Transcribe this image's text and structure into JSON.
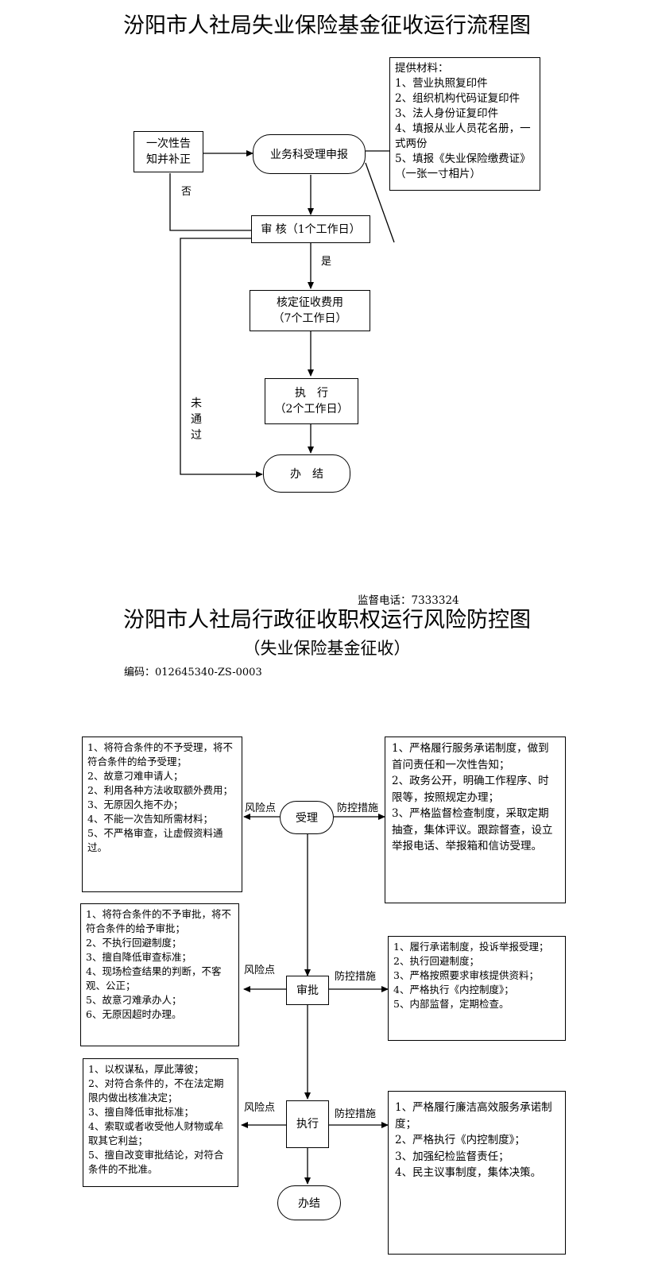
{
  "flow1": {
    "title": "汾阳市人社局失业保险基金征收运行流程图",
    "notify_box": "一次性告知并补正",
    "accept": "业务科受理申报",
    "materials_title": "提供材料：",
    "materials": [
      "1、营业执照复印件",
      "2、组织机构代码证复印件",
      "3、法人身份证复印件",
      "4、填报从业人员花名册，一式两份",
      "5、填报《失业保险缴费证》（一张一寸相片）"
    ],
    "review": "审 核（1个工作日）",
    "no_label": "否",
    "yes_label": "是",
    "fee_line1": "核定征收费用",
    "fee_line2": "（7个工作日）",
    "exec_line1": "执　行",
    "exec_line2": "（2个工作日）",
    "fail_label": "未通过",
    "done": "办　结"
  },
  "flow2": {
    "phone": "监督电话：7333324",
    "title": "汾阳市人社局行政征收职权运行风险防控图",
    "subtitle": "（失业保险基金征收）",
    "code": "编码：012645340-ZS-0003",
    "risk_label": "风险点",
    "control_label": "防控措施",
    "stages": [
      {
        "name": "受理",
        "risks": [
          "1、将符合条件的不予受理，将不符合条件的给予受理；",
          "2、故意刁难申请人；",
          "2、利用各种方法收取额外费用；",
          "3、无原因久拖不办；",
          "4、不能一次告知所需材料；",
          "5、不严格审查，让虚假资料通过。"
        ],
        "controls": [
          "1、严格履行服务承诺制度，做到首问责任和一次性告知；",
          "2、政务公开，明确工作程序、时限等，按照规定办理；",
          "3、严格监督检查制度，采取定期抽查，集体评议。跟踪督查，设立举报电话、举报箱和信访受理。"
        ]
      },
      {
        "name": "审批",
        "risks": [
          "1、将符合条件的不予审批，将不符合条件的给予审批；",
          "2、不执行回避制度；",
          "3、擅自降低审查标准；",
          "4、现场检查结果的判断，不客观、公正；",
          "5、故意刁难承办人；",
          "6、无原因超时办理。"
        ],
        "controls": [
          "1、履行承诺制度，投诉举报受理；",
          "2、执行回避制度；",
          "3、严格按照要求审核提供资料；",
          "4、严格执行《内控制度》；",
          "5、内部监督，定期检查。"
        ]
      },
      {
        "name": "执行",
        "risks": [
          "1、以权谋私，厚此薄彼；",
          "2、对符合条件的，不在法定期限内做出核准决定；",
          "3、擅自降低审批标准；",
          "4、索取或者收受他人财物或牟取其它利益；",
          "5、擅自改变审批结论，对符合条件的不批准。"
        ],
        "controls": [
          "1、严格履行廉洁高效服务承诺制度；",
          "2、严格执行《内控制度》；",
          "3、加强纪检监督责任；",
          "4、民主议事制度，集体决策。"
        ]
      }
    ],
    "done": "办结"
  }
}
